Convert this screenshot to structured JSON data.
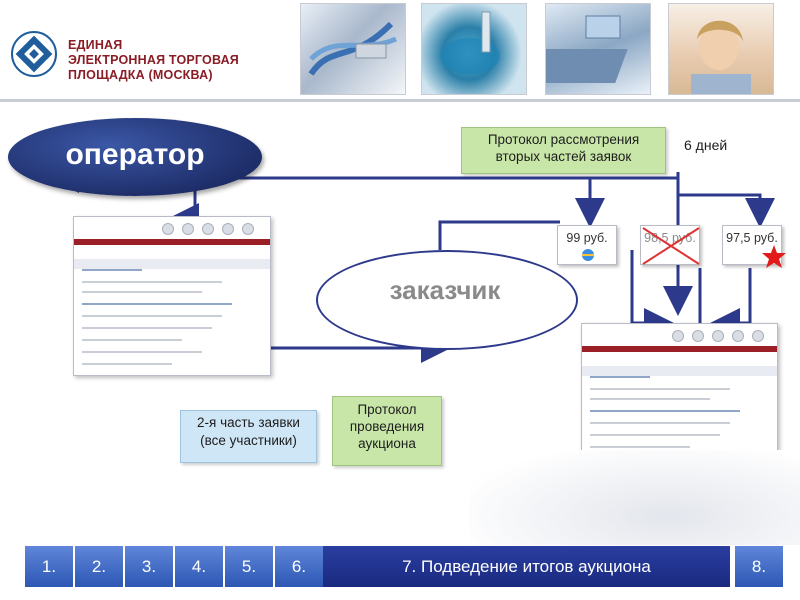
{
  "header": {
    "logo_line1": "ЕДИНАЯ",
    "logo_line2": "ЭЛЕКТРОННАЯ ТОРГОВАЯ",
    "logo_line3": "ПЛОЩАДКА (МОСКВА)"
  },
  "diagram": {
    "operator_label": "оператор",
    "customer_label": "заказчик",
    "protocol_review_line1": "Протокол рассмотрения",
    "protocol_review_line2": "вторых частей заявок",
    "days_label": "6 дней",
    "second_part_line1": "2-я часть заявки",
    "second_part_line2": "(все участники)",
    "protocol_auction_line1": "Протокол",
    "protocol_auction_line2": "проведения",
    "protocol_auction_line3": "аукциона",
    "bids": [
      {
        "price": "99 руб.",
        "rejected": false,
        "winner": false
      },
      {
        "price": "98,5 руб.",
        "rejected": true,
        "winner": false
      },
      {
        "price": "97,5 руб.",
        "rejected": false,
        "winner": true
      }
    ],
    "mini_screen_title": "Информация об аукционе"
  },
  "footer": {
    "steps": [
      "1.",
      "2.",
      "3.",
      "4.",
      "5.",
      "6."
    ],
    "current_step": "7. Подведение итогов аукциона",
    "next_step": "8."
  },
  "colors": {
    "brand_red": "#8a1c25",
    "nav_blue": "#2d57b4",
    "navbar_dark": "#1a2a80",
    "arrow_blue": "#2d3a8c"
  }
}
